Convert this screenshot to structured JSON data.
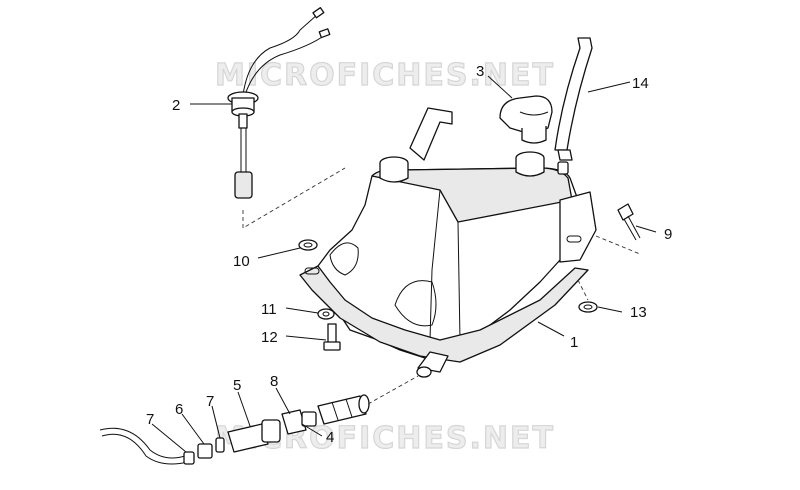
{
  "watermark": {
    "text": "MICROFICHES.NET"
  },
  "callouts": [
    {
      "id": "c1",
      "label": "1"
    },
    {
      "id": "c2",
      "label": "2"
    },
    {
      "id": "c3",
      "label": "3"
    },
    {
      "id": "c4",
      "label": "4"
    },
    {
      "id": "c5",
      "label": "5"
    },
    {
      "id": "c6",
      "label": "6"
    },
    {
      "id": "c7a",
      "label": "7"
    },
    {
      "id": "c7b",
      "label": "7"
    },
    {
      "id": "c8",
      "label": "8"
    },
    {
      "id": "c9",
      "label": "9"
    },
    {
      "id": "c10",
      "label": "10"
    },
    {
      "id": "c11",
      "label": "11"
    },
    {
      "id": "c12",
      "label": "12"
    },
    {
      "id": "c13",
      "label": "13"
    },
    {
      "id": "c14",
      "label": "14"
    }
  ]
}
